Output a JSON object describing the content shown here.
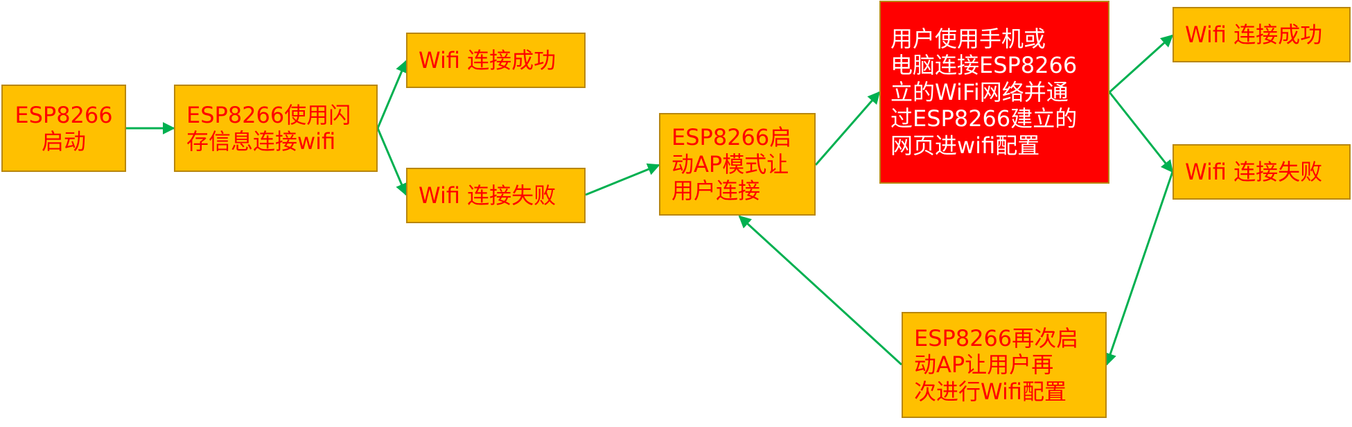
{
  "colors": {
    "box_fill": "#ffc000",
    "box_text": "#ff0000",
    "highlight_fill": "#ff0000",
    "highlight_text": "#ffffff",
    "arrow": "#00b050"
  },
  "nodes": {
    "start": "ESP8266\n启动",
    "flash_connect": "ESP8266使用闪\n存信息连接wifi",
    "success_1": "Wifi 连接成功",
    "fail_1": "Wifi 连接失败",
    "ap_mode": "ESP8266启\n动AP模式让\n用户连接",
    "user_config": "用户使用手机或\n电脑连接ESP8266\n立的WiFi网络并通\n过ESP8266建立的\n网页进wifi配置",
    "success_2": "Wifi 连接成功",
    "fail_2": "Wifi 连接失败",
    "restart_ap": "ESP8266再次启\n动AP让用户再\n次进行Wifi配置"
  }
}
